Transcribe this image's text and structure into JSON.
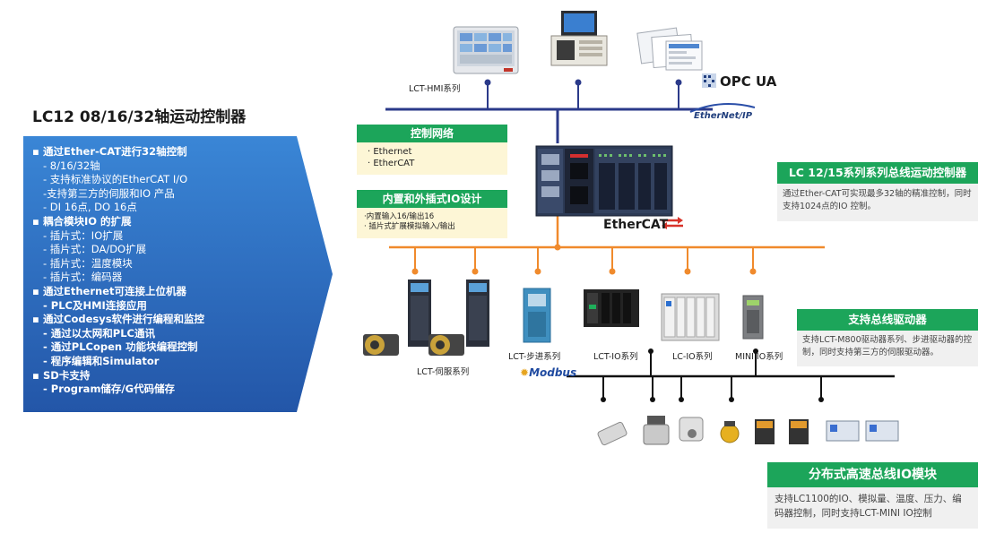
{
  "title": "LC12  08/16/32轴运动控制器",
  "features": [
    {
      "text": "通过Ether-CAT进行32轴控制",
      "level": 0,
      "bold": true
    },
    {
      "text": "- 8/16/32轴",
      "level": 1,
      "bold": false
    },
    {
      "text": "- 支持标准协议的EtherCAT I/O",
      "level": 1,
      "bold": false
    },
    {
      "text": "-支持第三方的伺服和IO 产品",
      "level": 1,
      "bold": false
    },
    {
      "text": "- DI 16点, DO 16点",
      "level": 1,
      "bold": false
    },
    {
      "text": "耦合模块IO 的扩展",
      "level": 0,
      "bold": true
    },
    {
      "text": "- 插片式：IO扩展",
      "level": 1,
      "bold": false
    },
    {
      "text": "- 插片式：DA/DO扩展",
      "level": 1,
      "bold": false
    },
    {
      "text": "- 插片式：温度模块",
      "level": 1,
      "bold": false
    },
    {
      "text": "- 插片式：编码器",
      "level": 1,
      "bold": false
    },
    {
      "text": "通过Ethernet可连接上位机器",
      "level": 0,
      "bold": true
    },
    {
      "text": "- PLC及HMI连接应用",
      "level": 1,
      "bold": true
    },
    {
      "text": "通过Codesys软件进行编程和监控",
      "level": 0,
      "bold": true
    },
    {
      "text": "- 通过以太网和PLC通讯",
      "level": 1,
      "bold": true
    },
    {
      "text": "- 通过PLCopen 功能块编程控制",
      "level": 1,
      "bold": true
    },
    {
      "text": "- 程序编辑和Simulator",
      "level": 1,
      "bold": true
    },
    {
      "text": "SD卡支持",
      "level": 0,
      "bold": true
    },
    {
      "text": "- Program储存/G代码储存",
      "level": 1,
      "bold": true
    }
  ],
  "network": {
    "title": "控制网络",
    "items": [
      "· Ethernet",
      "· EtherCAT"
    ]
  },
  "io_design": {
    "title": "内置和外插式IO设计",
    "items": [
      "·内置输入16/输出16",
      "· 插片式扩展模拟输入/输出"
    ]
  },
  "controller_box": {
    "title": "LC 12/15系列系列总线运动控制器",
    "desc": "通过Ether-CAT可实现最多32轴的精准控制，同时支持1024点的IO 控制。"
  },
  "driver_box": {
    "title": "支持总线驱动器",
    "desc": "支持LCT-M800驱动器系列、步进驱动器的控制，同时支持第三方的伺服驱动器。"
  },
  "io_module_box": {
    "title": "分布式高速总线IO模块",
    "desc": "支持LC1100的IO、模拟量、温度、压力、编码器控制，同时支持LCT-MINI IO控制"
  },
  "labels": {
    "hmi": "LCT-HMI系列",
    "servo": "LCT-伺服系列",
    "stepper": "LCT-步进系列",
    "lct_io": "LCT-IO系列",
    "lc_io": "LC-IO系列",
    "mini_io": "MINI IO系列"
  },
  "logos": {
    "opcua": "OPC UA",
    "ethernetip": "EtherNet/IP",
    "ethercat": "EtherCAT",
    "modbus": "Modbus"
  },
  "colors": {
    "ethernet_bus": "#2b3a8a",
    "ethercat_bus": "#f08a2c",
    "modbus_bus": "#111111",
    "green": "#1ca55a",
    "arrow_blue": "#2e6fc2"
  }
}
